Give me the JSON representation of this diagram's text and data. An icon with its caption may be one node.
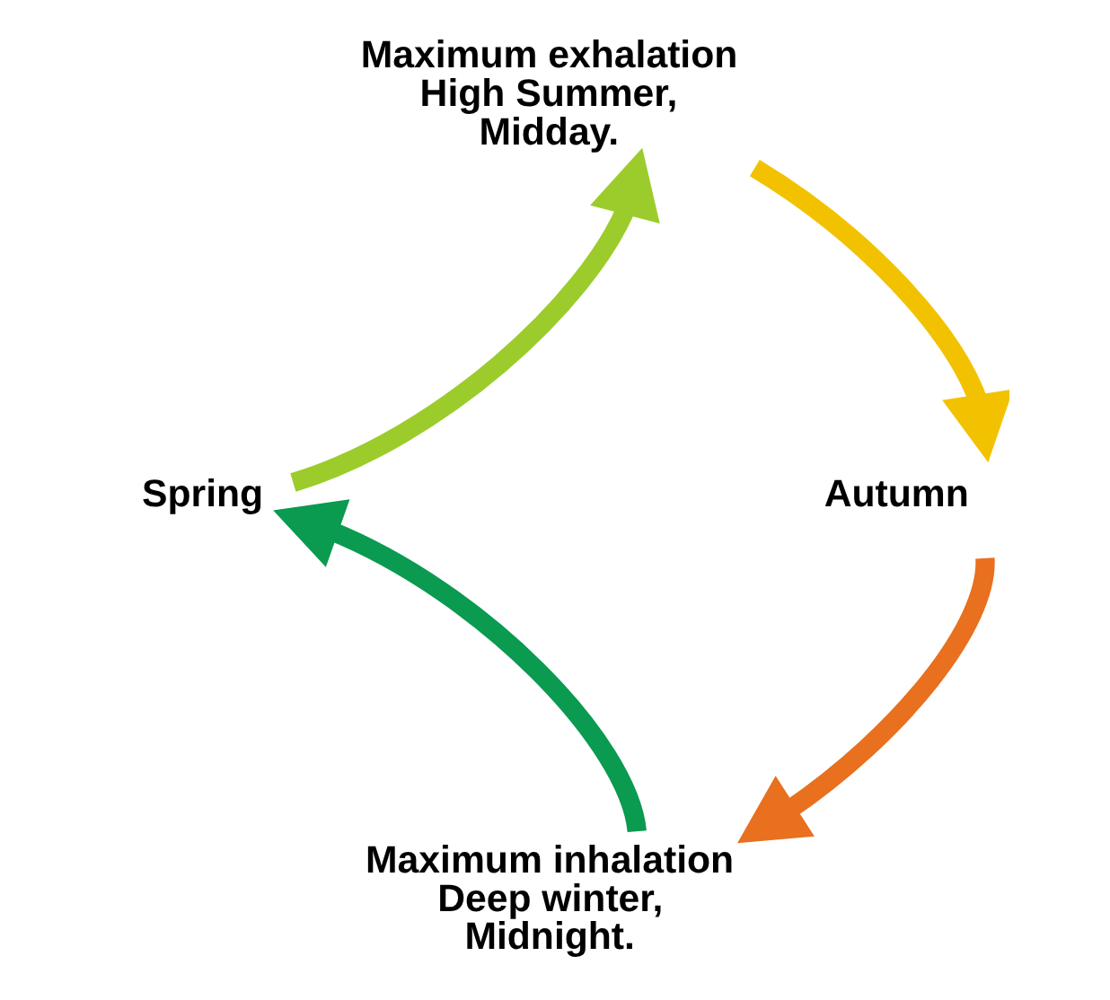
{
  "diagram": {
    "nodes": [
      {
        "text": [
          "Maximum exhalation",
          "High Summer,",
          "Midday."
        ]
      },
      {
        "text": [
          "Autumn"
        ]
      },
      {
        "text": [
          "Maximum inhalation",
          "Deep winter,",
          "Midnight."
        ]
      },
      {
        "text": [
          "Spring"
        ]
      }
    ],
    "edges": [
      {
        "from": 3,
        "to": 0,
        "arrow": "to",
        "color": "#9ccc2c"
      },
      {
        "from": 0,
        "to": 1,
        "arrow": "to",
        "color": "#f2c200"
      },
      {
        "from": 1,
        "to": 2,
        "arrow": "to",
        "color": "#e8701e"
      },
      {
        "from": 2,
        "to": 3,
        "arrow": "to",
        "color": "#0a9a50"
      }
    ]
  }
}
